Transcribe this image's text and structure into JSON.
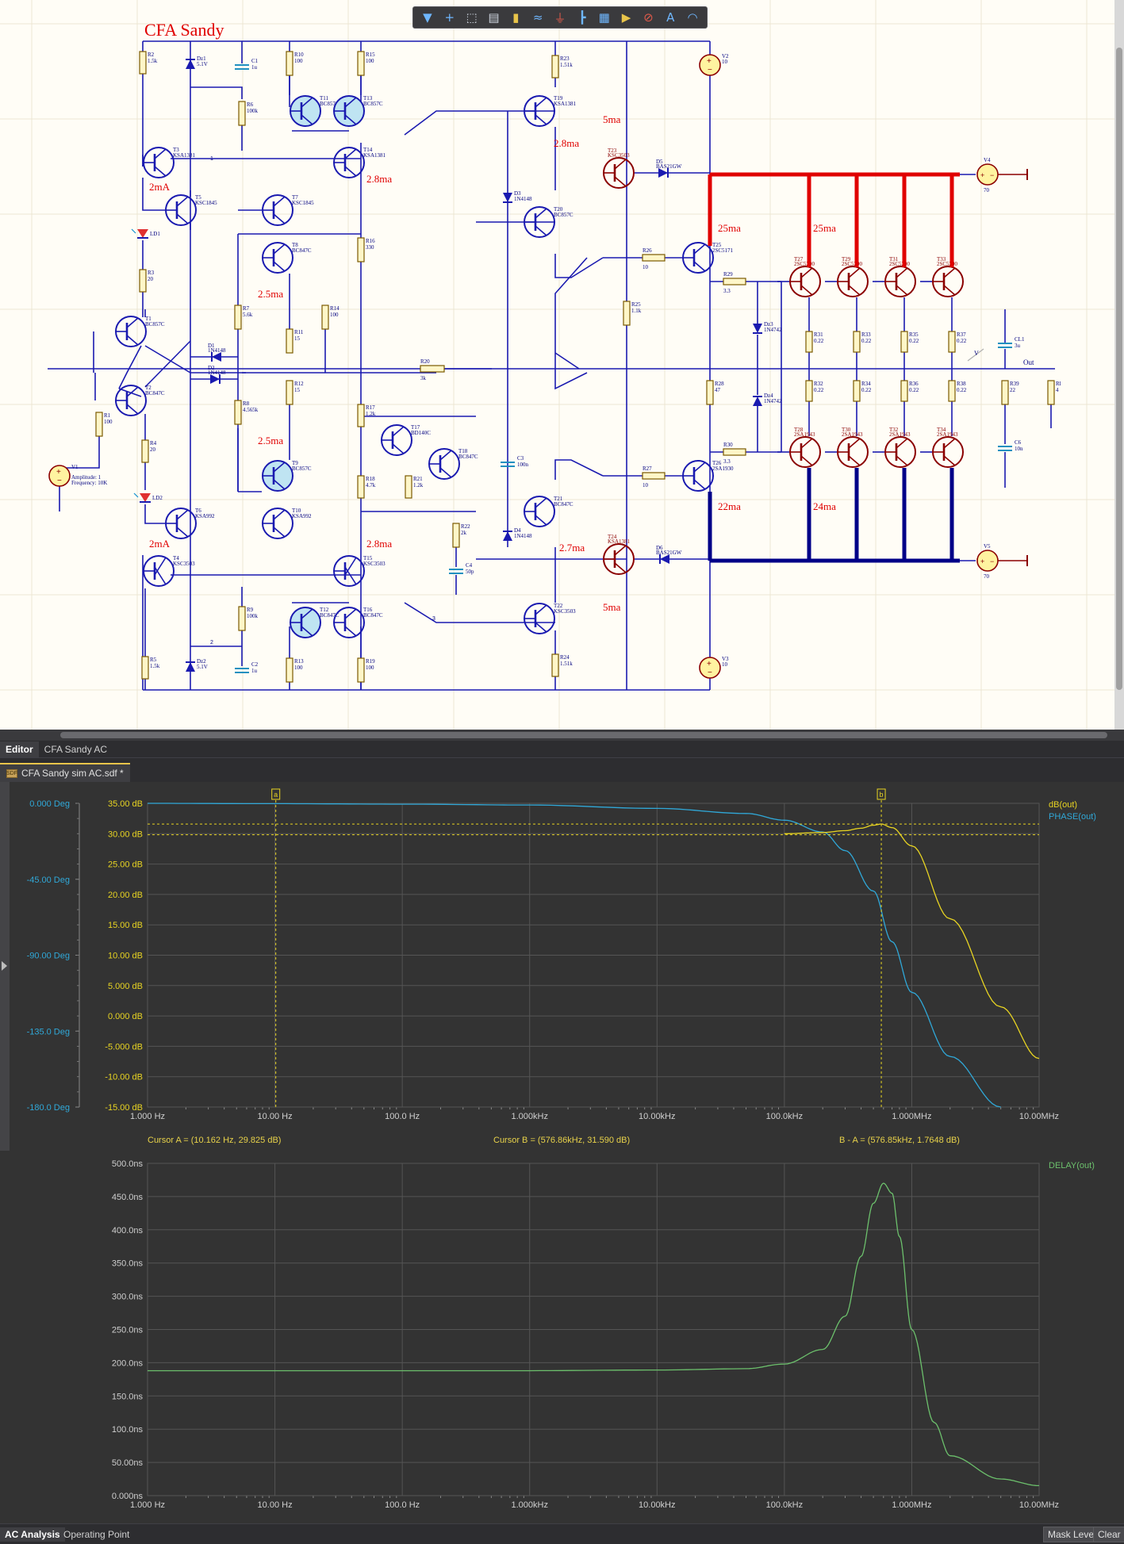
{
  "schematic": {
    "title": "CFA Sandy",
    "currents": {
      "c2ma_top": "2mA",
      "c2ma_bot": "2mA",
      "c2_5a": "2.5ma",
      "c2_5b": "2.5ma",
      "c2_8a": "2.8ma",
      "c2_8b": "2.8ma",
      "c2_8c": "2.8ma",
      "c5a": "5ma",
      "c5b": "5ma",
      "c25a": "25ma",
      "c25b": "25ma",
      "c22": "22ma",
      "c24": "24ma",
      "c2_7": "2.7ma"
    },
    "labels": {
      "r2": "R2",
      "r2v": "1.5k",
      "dz1": "Dz1",
      "dz1v": "5.1V",
      "c1": "C1",
      "c1v": "1u",
      "r6": "R6",
      "r6v": "100k",
      "r10": "R10",
      "r10v": "100",
      "r15": "R15",
      "r15v": "100",
      "t11": "T11",
      "t11p": "BC857C",
      "t13": "T13",
      "t13p": "BC857C",
      "t14": "T14",
      "t14p": "KSA1381",
      "r23": "R23",
      "r23v": "1.51k",
      "t19": "T19",
      "t19p": "KSA1381",
      "t3": "T3",
      "t3p": "KSA1381",
      "t5": "T5",
      "t5p": "KSC1845",
      "t7": "T7",
      "t7p": "KSC1845",
      "t8": "T8",
      "t8p": "BC847C",
      "ld1": "LD1",
      "ld2": "LD2",
      "r3": "R3",
      "r3v": "20",
      "r16": "R16",
      "r16v": "330",
      "r7": "R7",
      "r7v": "5.6k",
      "t1": "T1",
      "t1p": "BC857C",
      "d1": "D1",
      "d1p": "1N4148",
      "d2": "D2",
      "d2p": "1N4148",
      "r11": "R11",
      "r11v": "15",
      "r14": "R14",
      "r14v": "100",
      "r12": "R12",
      "r12v": "15",
      "r20": "R20",
      "r20v": "3k",
      "t2": "T2",
      "t2p": "BC847C",
      "r8": "R8",
      "r8v": "4.565k",
      "r1": "R1",
      "r1v": "100",
      "r17": "R17",
      "r17v": "1.2k",
      "r4": "R4",
      "r4v": "20",
      "v1": "V1",
      "v1amp": "Amplitude: 1",
      "v1f": "Frequency: 10K",
      "t9": "T9",
      "t9p": "BC857C",
      "t17": "T17",
      "t17p": "BD140C",
      "t18": "T18",
      "t18p": "BC847C",
      "r18": "R18",
      "r18v": "4.7k",
      "r21": "R21",
      "r21v": "1.2k",
      "t6": "T6",
      "t6p": "KSA992",
      "t10": "T10",
      "t10p": "KSA992",
      "t4": "T4",
      "t4p": "KSC3503",
      "t15": "T15",
      "t15p": "KSC3503",
      "r22": "R22",
      "r22v": "2k",
      "c4": "C4",
      "c4v": "50p",
      "r9": "R9",
      "r9v": "100k",
      "t12": "T12",
      "t12p": "BC847C",
      "t16": "T16",
      "t16p": "BC847C",
      "r5": "R5",
      "r5v": "1.5k",
      "dz2": "Dz2",
      "dz2v": "5.1V",
      "c2": "C2",
      "c2v": "1u",
      "r13": "R13",
      "r13v": "100",
      "r19": "R19",
      "r19v": "100",
      "d3": "D3",
      "d3p": "1N4148",
      "d4": "D4",
      "d4p": "1N4148",
      "c3": "C3",
      "c3v": "100n",
      "t20": "T20",
      "t20p": "BC857C",
      "t21": "T21",
      "t21p": "BC847C",
      "t22": "T22",
      "t22p": "KSC3503",
      "r24": "R24",
      "r24v": "1.51k",
      "t23": "T23",
      "t23p": "KSC3503",
      "t24": "T24",
      "t24p": "KSA1381",
      "d5": "D5",
      "d5p": "BAS21GW",
      "d6": "D6",
      "d6p": "BAS21GW",
      "r26": "R26",
      "r26v": "10",
      "r27": "R27",
      "r27v": "10",
      "r25": "R25",
      "r25v": "1.1k",
      "t25": "T25",
      "t25p": "2SC5171",
      "t26": "T26",
      "t26p": "2SA1930",
      "r29": "R29",
      "r29v": "3.3",
      "r30": "R30",
      "r30v": "3.3",
      "r28": "R28",
      "r28v": "47",
      "dz3": "Dz3",
      "dz3p": "1N4742",
      "dz4": "Dz4",
      "dz4p": "1N4742",
      "t27": "T27",
      "t27p": "2SC5200",
      "t29": "T29",
      "t29p": "2SC5200",
      "t31": "T31",
      "t31p": "2SC5200",
      "t33": "T33",
      "t33p": "2SC5200",
      "t28": "T28",
      "t28p": "2SA1943",
      "t30": "T30",
      "t30p": "2SA1943",
      "t32": "T32",
      "t32p": "2SA1943",
      "t34": "T34",
      "t34p": "2SA1943",
      "r31": "R31",
      "r31v": "0.22",
      "r32": "R32",
      "r32v": "0.22",
      "r33": "R33",
      "r33v": "0.22",
      "r34": "R34",
      "r34v": "0.22",
      "r35": "R35",
      "r35v": "0.22",
      "r36": "R36",
      "r36v": "0.22",
      "r37": "R37",
      "r37v": "0.22",
      "r38": "R38",
      "r38v": "0.22",
      "r39": "R39",
      "r39v": "22",
      "cl1": "CL1",
      "cl1v": "3u",
      "c6": "C6",
      "c6v": "10n",
      "rl": "Rl",
      "rlv": "4",
      "v2": "V2",
      "v2v": "10",
      "v3": "V3",
      "v3v": "10",
      "v4": "V4",
      "v4v": "70",
      "v5": "V5",
      "v5v": "70",
      "out": "Out",
      "net1": "1",
      "net2": "2",
      "net3": "3",
      "netv": "V"
    }
  },
  "toolbar": {
    "icons": [
      "filter-icon",
      "cross-icon",
      "select-rect-icon",
      "align-icon",
      "component-icon",
      "wire-icon",
      "ground-icon",
      "bus-icon",
      "harness-icon",
      "port-icon",
      "probe-icon",
      "text-icon",
      "arc-icon"
    ],
    "text_glyph": "A"
  },
  "doc_tabs": [
    "Editor",
    "CFA Sandy AC"
  ],
  "file_tab": {
    "label": "CFA Sandy sim AC.sdf *",
    "icon_text": "SDF"
  },
  "plot1": {
    "left_axis": [
      "0.000 Deg",
      "-45.00 Deg",
      "-90.00 Deg",
      "-135.0 Deg",
      "-180.0 Deg"
    ],
    "right_axis": [
      "35.00 dB",
      "30.00 dB",
      "25.00 dB",
      "20.00 dB",
      "15.00 dB",
      "10.00 dB",
      "5.000 dB",
      "0.000 dB",
      "-5.000 dB",
      "-10.00 dB",
      "-15.00 dB"
    ],
    "x_axis": [
      "1.000 Hz",
      "10.00 Hz",
      "100.0 Hz",
      "1.000kHz",
      "10.00kHz",
      "100.0kHz",
      "1.000MHz",
      "10.00MHz"
    ],
    "legend": [
      "dB(out)",
      "PHASE(out)"
    ],
    "cursor_a_label": "a",
    "cursor_b_label": "b"
  },
  "cursors": {
    "a": "Cursor A = (10.162 Hz, 29.825 dB)",
    "b": "Cursor B = (576.86kHz, 31.590 dB)",
    "diff": "B - A = (576.85kHz, 1.7648 dB)"
  },
  "plot2": {
    "y_axis": [
      "500.0ns",
      "450.0ns",
      "400.0ns",
      "350.0ns",
      "300.0ns",
      "250.0ns",
      "200.0ns",
      "150.0ns",
      "100.0ns",
      "50.00ns",
      "0.000ns"
    ],
    "x_axis": [
      "1.000 Hz",
      "10.00 Hz",
      "100.0 Hz",
      "1.000kHz",
      "10.00kHz",
      "100.0kHz",
      "1.000MHz",
      "10.00MHz"
    ],
    "legend": [
      "DELAY(out)"
    ]
  },
  "chart_data": [
    {
      "type": "line",
      "xscale": "log",
      "xlim": [
        1,
        10000000
      ],
      "ylim": [
        -15,
        35
      ],
      "y2lim": [
        -180,
        0
      ],
      "series": [
        {
          "name": "dB(out)",
          "color": "#e8d422",
          "x": [
            100000,
            200000,
            300000,
            400000,
            500000,
            576860,
            700000,
            1000000,
            2000000,
            5000000,
            10000000
          ],
          "y": [
            30,
            30.2,
            30.5,
            30.9,
            31.4,
            31.59,
            31.0,
            28.0,
            16.0,
            1.5,
            -7.0
          ]
        },
        {
          "name": "PHASE(out)",
          "color": "#30a8d8",
          "x": [
            1,
            10,
            100,
            1000,
            10000,
            50000,
            100000,
            200000,
            300000,
            500000,
            700000,
            1000000,
            2000000,
            5000000
          ],
          "y": [
            0,
            -0.2,
            -0.5,
            -1,
            -3,
            -6,
            -10,
            -17,
            -28,
            -52,
            -82,
            -112,
            -150,
            -180
          ]
        }
      ],
      "cursors": [
        {
          "name": "A",
          "x": 10.162,
          "y": 29.825
        },
        {
          "name": "B",
          "x": 576860,
          "y": 31.59
        }
      ]
    },
    {
      "type": "line",
      "xscale": "log",
      "xlim": [
        1,
        10000000
      ],
      "ylim": [
        0,
        500
      ],
      "series": [
        {
          "name": "DELAY(out)",
          "color": "#6cc06c",
          "x": [
            1,
            10,
            100,
            1000,
            10000,
            50000,
            100000,
            200000,
            300000,
            400000,
            500000,
            600000,
            700000,
            800000,
            1000000,
            1500000,
            2000000,
            5000000,
            10000000
          ],
          "y": [
            188,
            188,
            188,
            188,
            189,
            191,
            198,
            220,
            270,
            360,
            440,
            470,
            455,
            390,
            250,
            110,
            60,
            25,
            15
          ]
        }
      ]
    }
  ],
  "bottom": {
    "tabs": [
      "AC Analysis",
      "Operating Point"
    ],
    "buttons": [
      "Mask Level",
      "Clear"
    ]
  }
}
